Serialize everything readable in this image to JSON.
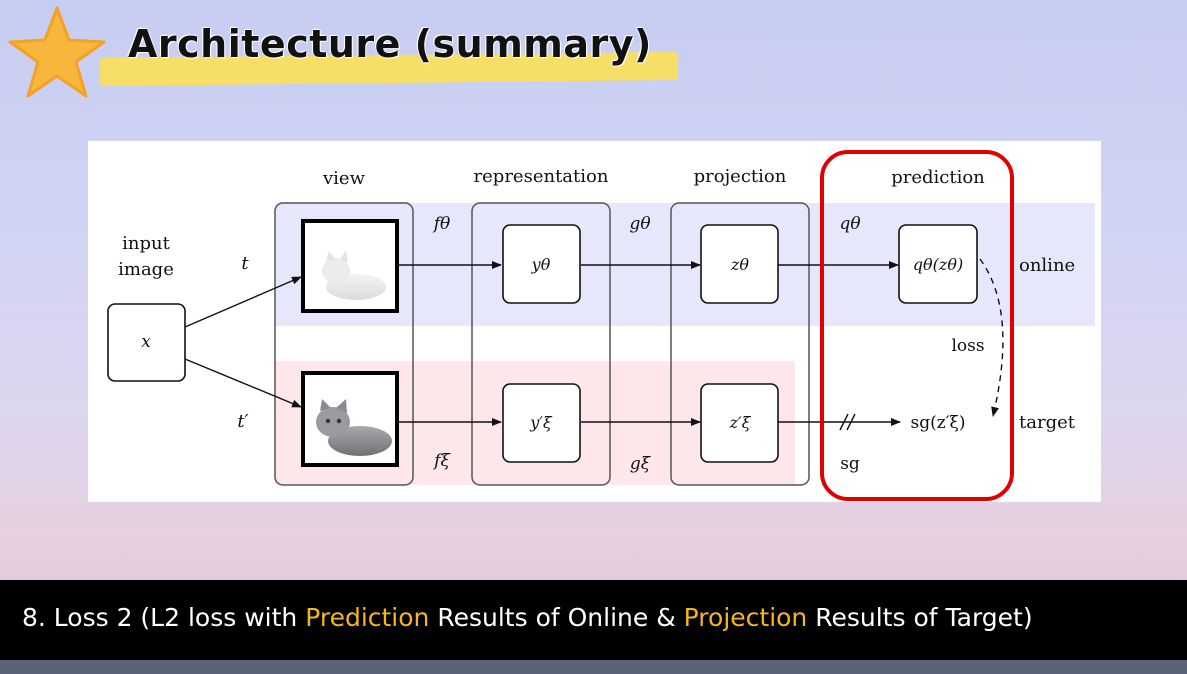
{
  "slide": {
    "title": "Architecture (summary)",
    "accent_color": "#f5b51d",
    "highlight_color": "#e00000"
  },
  "diagram": {
    "stage_labels": {
      "view": "view",
      "representation": "representation",
      "projection": "projection",
      "prediction": "prediction"
    },
    "input_label_line1": "input",
    "input_label_line2": "image",
    "input_symbol": "x",
    "online_transform": "t",
    "target_transform": "t′",
    "online": {
      "encoder": "fθ",
      "representation": "yθ",
      "projector": "gθ",
      "projection": "zθ",
      "predictor": "qθ",
      "prediction": "qθ(zθ)",
      "label": "online"
    },
    "target": {
      "encoder": "fξ",
      "representation": "y′ξ",
      "projector": "gξ",
      "projection": "z′ξ",
      "stop_gradient": "sg",
      "output": "sg(z′ξ)",
      "label": "target"
    },
    "loss_label": "loss"
  },
  "caption": {
    "prefix": "8. Loss 2 (L2 loss with ",
    "highlight1": "Prediction",
    "middle": " Results of Online & ",
    "highlight2": "Projection",
    "suffix": " Results of Target)"
  }
}
